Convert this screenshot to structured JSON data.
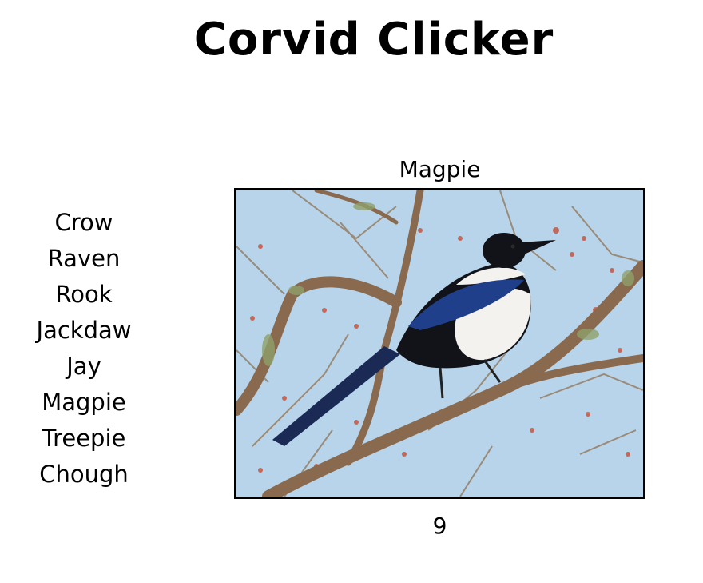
{
  "app": {
    "title": "Corvid Clicker"
  },
  "birds": [
    {
      "label": "Crow"
    },
    {
      "label": "Raven"
    },
    {
      "label": "Rook"
    },
    {
      "label": "Jackdaw"
    },
    {
      "label": "Jay"
    },
    {
      "label": "Magpie"
    },
    {
      "label": "Treepie"
    },
    {
      "label": "Chough"
    }
  ],
  "current": {
    "name": "Magpie",
    "photo_icon": "magpie-photo"
  },
  "score": "9",
  "colors": {
    "sky": "#b8d4ea",
    "branch": "#8a6a4e",
    "lichen": "#8fa06a",
    "bud": "#c06a5e",
    "magpie_black": "#111318",
    "magpie_blue": "#1f3f8a",
    "magpie_white": "#f4f2ee"
  }
}
